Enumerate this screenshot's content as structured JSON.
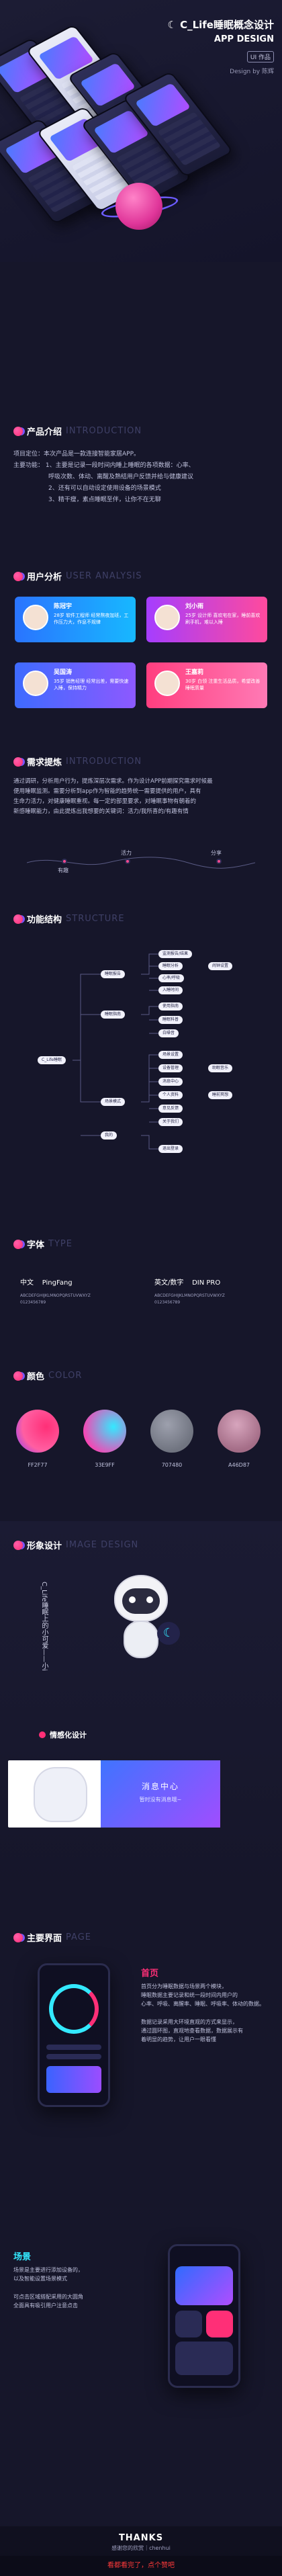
{
  "header": {
    "title": "C_Life睡眠概念设计",
    "subtitle": "APP DESIGN",
    "badge": "UI 作品",
    "credit": "Design by 陈辉"
  },
  "sections": {
    "intro": {
      "cn": "产品介绍",
      "en": "INTRODUCTION"
    },
    "users": {
      "cn": "用户分析",
      "en": "USER ANALYSIS"
    },
    "needs": {
      "cn": "需求提炼",
      "en": "INTRODUCTION"
    },
    "structure": {
      "cn": "功能结构",
      "en": "STRUCTURE"
    },
    "font": {
      "cn": "字体",
      "en": "TYPE"
    },
    "color": {
      "cn": "颜色",
      "en": "COLOR"
    },
    "image": {
      "cn": "形象设计",
      "en": "IMAGE DESIGN"
    },
    "ui": {
      "cn": "主要界面",
      "en": "PAGE"
    }
  },
  "intro": {
    "line1": "项目定位：本次产品是一款连接智能家居APP。",
    "line2": "主要功能：   1、主要是记录一段时间内睡上睡眠的各项数据：心率、",
    "line3": "呼吸次数、体动、离醒及熟结用户反馈并给与健康建议",
    "line4": "2、还有可以自动设定使用设备的场景模式",
    "line5": "3、精干瘦，素点睡眠至伴，让你不在无聊"
  },
  "users": [
    {
      "name": "陈冠宇",
      "text": "28岁 软件工程师 经常熬夜加班，工作压力大，作息不规律"
    },
    {
      "name": "刘小雨",
      "text": "25岁 设计师 喜欢宅在家，睡前喜欢刷手机，难以入睡"
    },
    {
      "name": "吴国涛",
      "text": "35岁 销售经理 经常出差，需要快速入睡，保持精力"
    },
    {
      "name": "王嘉莉",
      "text": "30岁 白领 注重生活品质，希望改善睡眠质量"
    }
  ],
  "needs": {
    "p1": "通过调研，分析用户行为，提炼深层次需求。作为设计APP前期探究需求时候最",
    "p2": "便用睡眠监测。需要分析到app作为智能的趋势统一需要提供的用户，具有",
    "p3": "生命力活力，对健康睡眠重视。每一定的部里要求，对睡眠事物有朝着的",
    "p4": "新感睡眠能力，由此提炼出我想要的关键词：活力/我所喜的/有趣有情",
    "timeline": [
      "有趣",
      "活力",
      "分享"
    ]
  },
  "structure": {
    "root": "C_Life睡眠",
    "groups": [
      "睡眠报告",
      "睡眠指南",
      "场景模式",
      "我的"
    ],
    "leaves": [
      "监测报告/结果",
      "睡眠分析",
      "心率/呼吸",
      "入睡时间",
      "使用指南",
      "睡眠科普",
      "白噪音",
      "场景设置",
      "设备管理",
      "消息中心",
      "个人资料",
      "意见反馈",
      "关于我们",
      "退出登录",
      "闹钟设置",
      "助眠音乐",
      "睡前冥想"
    ]
  },
  "fonts": {
    "cn_label": "中文",
    "cn_name": "PingFang",
    "en_label": "英文/数字",
    "en_name": "DIN PRO",
    "cn_sample1": "ABCDEFGHIJKLMNOPQRSTUVWXYZ",
    "cn_sample2": "0123456789",
    "en_sample1": "ABCDEFGHIJKLMNOPQRSTUVWXYZ",
    "en_sample2": "0123456789"
  },
  "colors": [
    {
      "hex": "ff2f77",
      "label": "FF2F77"
    },
    {
      "hex": "33e9ff",
      "label": "33E9FF"
    },
    {
      "hex": "707480",
      "label": "707480"
    },
    {
      "hex": "a46d87",
      "label": "A46D87"
    }
  ],
  "image": {
    "vertical_text": "C_Life睡眠上的小可爱——小i",
    "emotion_title": "情感化设计",
    "msg1": "消息中心",
    "msg2": "暂时没有消息哦~"
  },
  "ui": {
    "home_title": "首页",
    "home_p1": "首页分为睡眠数据与场景两个模块，",
    "home_p2": "睡眠数据主要记录和统一段时间内用户的",
    "home_p3": "心率、呼吸、离醒率、睡眠、呼吸率、体动的数据。",
    "home_p4": "数据记录采用大环境直观的方式来显示，",
    "home_p5": "通过圆环图，直观地查看数据，数据展示有",
    "home_p6": "着明显的趋势，让用户一眼看懂",
    "scene_title": "场景",
    "scene_p1": "场景是主要进行添加设备的，",
    "scene_p2": "以及智能设置场景模式",
    "scene_p3": "可点击区域搭配采用的大圆角",
    "scene_p4": "全面具有吸引用户注意点击"
  },
  "footer": {
    "thanks": "THANKS",
    "sub": "感谢您的欣赏｜chenhui",
    "banner": "看都看完了，点个赞吧"
  }
}
